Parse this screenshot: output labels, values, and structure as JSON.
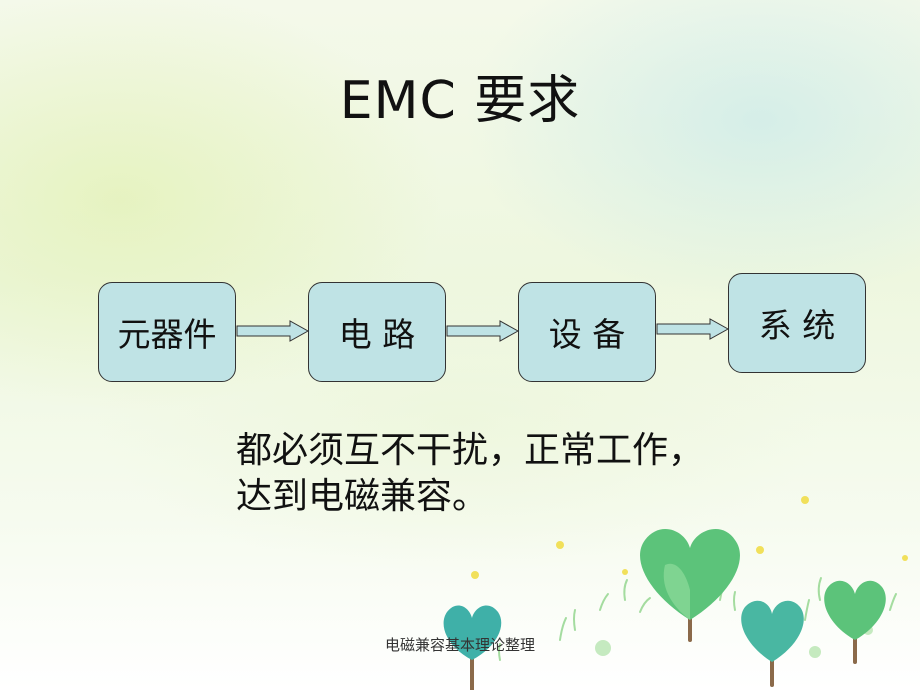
{
  "slide": {
    "title": "EMC 要求",
    "flow": [
      {
        "label": "元器件"
      },
      {
        "label": "电 路"
      },
      {
        "label": "设 备"
      },
      {
        "label": "系 统"
      }
    ],
    "body_lines": [
      "都必须互不干扰，正常工作，",
      "达到电磁兼容。"
    ],
    "footer": "电磁兼容基本理论整理"
  },
  "colors": {
    "box_fill": "#bfe3e5",
    "arrow_fill": "#bfe3e5",
    "tree_green": "#5cc37a"
  }
}
